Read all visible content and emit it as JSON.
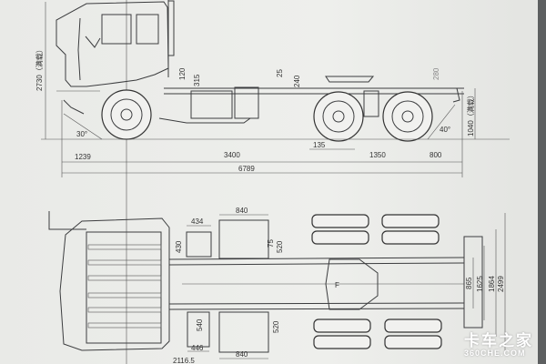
{
  "side_view": {
    "overall_height": "2730（满载）",
    "rear_height": "1040（满载）",
    "approach_angle": "30°",
    "departure_angle": "40°",
    "dim_120": "120",
    "dim_315": "315",
    "dim_25": "25",
    "dim_240": "240",
    "dim_280": "280",
    "front_overhang": "1239",
    "wheelbase": "3400",
    "fifth_wheel_offset": "135",
    "tandem_spacing": "1350",
    "rear_overhang": "800",
    "overall_length": "6789"
  },
  "top_view": {
    "battery_width": "434",
    "battery_depth": "430",
    "tank_top_width": "840",
    "tank_top_gap": "75",
    "tank_top_depth": "520",
    "tank_bottom_depth": "520",
    "tank_bottom_width": "840",
    "box_depth": "540",
    "box_width": "446",
    "cab_offset": "2116.5",
    "frame_width": "865",
    "rear_track_inner": "1625",
    "rear_track": "1864",
    "overall_width": "2499",
    "cab_logo_letter": "F"
  },
  "watermark": {
    "line1": "卡车之家",
    "line2": "360CHE.COM"
  }
}
